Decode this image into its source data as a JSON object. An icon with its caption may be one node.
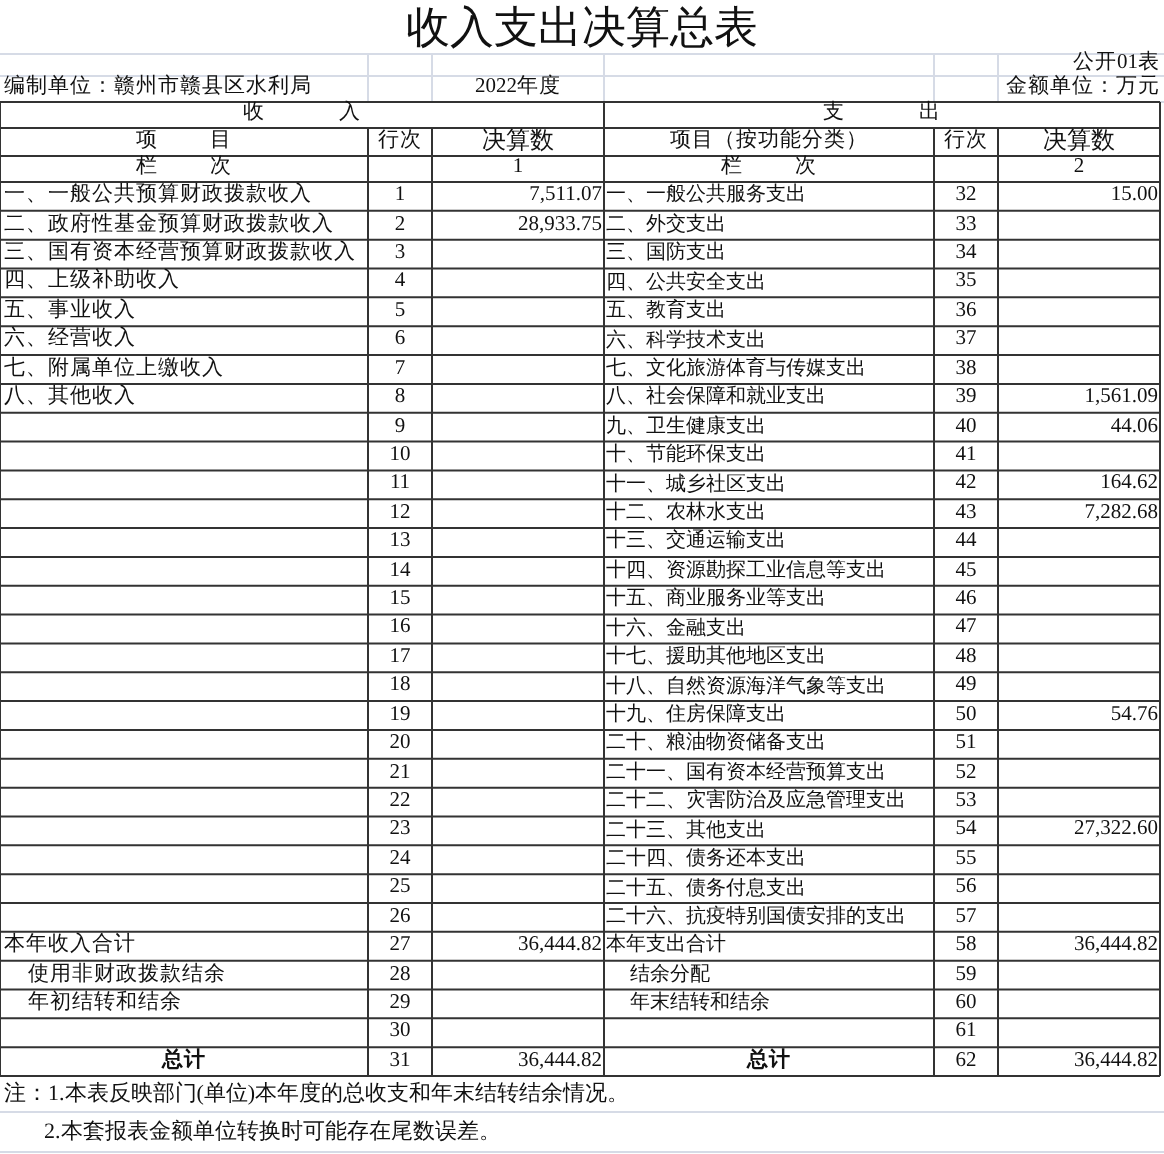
{
  "diagram": {
    "title": "收入支出决算总表",
    "labels": [
      "公开01表",
      "编制单位：赣州市赣县区水利局",
      "2022年度",
      "金额单位：万元",
      "收入",
      "支出",
      "项目",
      "行次",
      "决算数",
      "项目（按功能分类）",
      "行次",
      "决算数",
      "栏次",
      "1",
      "栏次",
      "2",
      "一、一般公共预算财政拨款收入",
      "1",
      "7,511.07",
      "一、一般公共服务支出",
      "32",
      "15.00",
      "二、政府性基金预算财政拨款收入",
      "2",
      "28,933.75",
      "二、外交支出",
      "33",
      "三、国有资本经营预算财政拨款收入",
      "3",
      "三、国防支出",
      "34",
      "四、上级补助收入",
      "4",
      "四、公共安全支出",
      "35",
      "五、事业收入",
      "5",
      "五、教育支出",
      "36",
      "六、经营收入",
      "6",
      "六、科学技术支出",
      "37",
      "七、附属单位上缴收入",
      "7",
      "七、文化旅游体育与传媒支出",
      "38",
      "八、其他收入",
      "8",
      "八、社会保障和就业支出",
      "39",
      "1,561.09",
      "9",
      "九、卫生健康支出",
      "40",
      "44.06",
      "10",
      "十、节能环保支出",
      "41",
      "11",
      "十一、城乡社区支出",
      "42",
      "164.62",
      "12",
      "十二、农林水支出",
      "43",
      "7,282.68",
      "13",
      "十三、交通运输支出",
      "44",
      "14",
      "十四、资源勘探工业信息等支出",
      "45",
      "15",
      "十五、商业服务业等支出",
      "46",
      "16",
      "十六、金融支出",
      "47",
      "17",
      "十七、援助其他地区支出",
      "48",
      "18",
      "十八、自然资源海洋气象等支出",
      "49",
      "19",
      "十九、住房保障支出",
      "50",
      "54.76",
      "20",
      "二十、粮油物资储备支出",
      "51",
      "21",
      "二十一、国有资本经营预算支出",
      "52",
      "22",
      "二十二、灾害防治及应急管理支出",
      "53",
      "23",
      "二十三、其他支出",
      "54",
      "27,322.60",
      "24",
      "二十四、债务还本支出",
      "55",
      "25",
      "二十五、债务付息支出",
      "56",
      "26",
      "二十六、抗疫特别国债安排的支出",
      "57",
      "本年收入合计",
      "27",
      "36,444.82",
      "本年支出合计",
      "58",
      "36,444.82",
      "使用非财政拨款结余",
      "28",
      "结余分配",
      "59",
      "年初结转和结余",
      "29",
      "年末结转和结余",
      "60",
      "30",
      "61",
      "总计",
      "31",
      "36,444.82",
      "总计",
      "62",
      "36,444.82",
      "注：1.本表反映部门(单位)本年度的总收支和年末结转结余情况。",
      "2.本套报表金额单位转换时可能存在尾数误差。"
    ]
  }
}
